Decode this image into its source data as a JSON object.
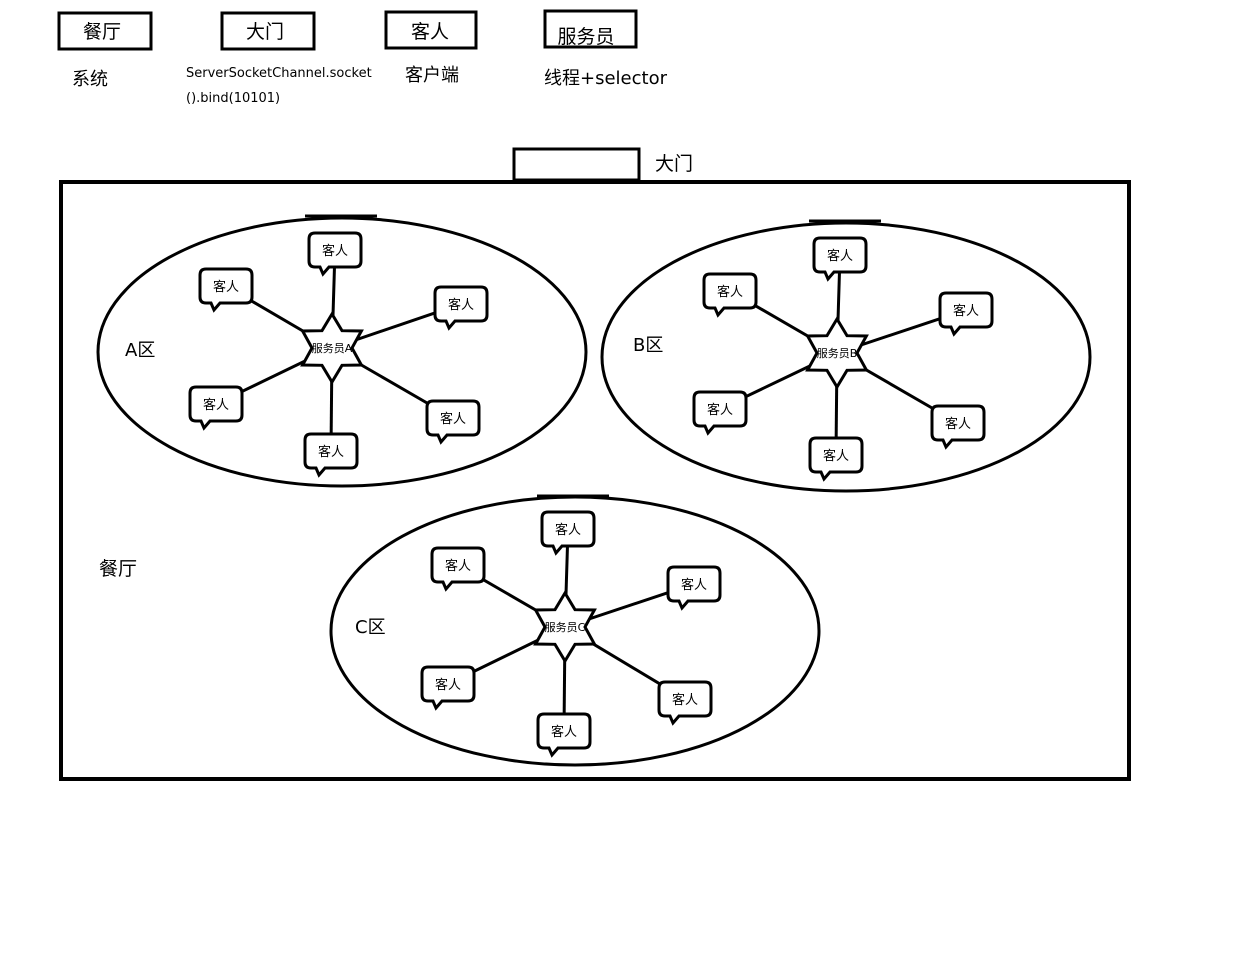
{
  "legend": [
    {
      "box": "餐厅",
      "desc": [
        "系统"
      ]
    },
    {
      "box": "大门",
      "desc": [
        "ServerSocketChannel.socket",
        "().bind(10101)"
      ]
    },
    {
      "box": "客人",
      "desc": [
        "客户端"
      ]
    },
    {
      "box": "服务员",
      "desc": [
        "线程+selector"
      ]
    }
  ],
  "door_label": "大门",
  "restaurant_label": "餐厅",
  "zones": [
    {
      "label": "A区",
      "waiter": "服务员A",
      "guest": "客人"
    },
    {
      "label": "B区",
      "waiter": "服务员B",
      "guest": "客人"
    },
    {
      "label": "C区",
      "waiter": "服务员C",
      "guest": "客人"
    }
  ]
}
